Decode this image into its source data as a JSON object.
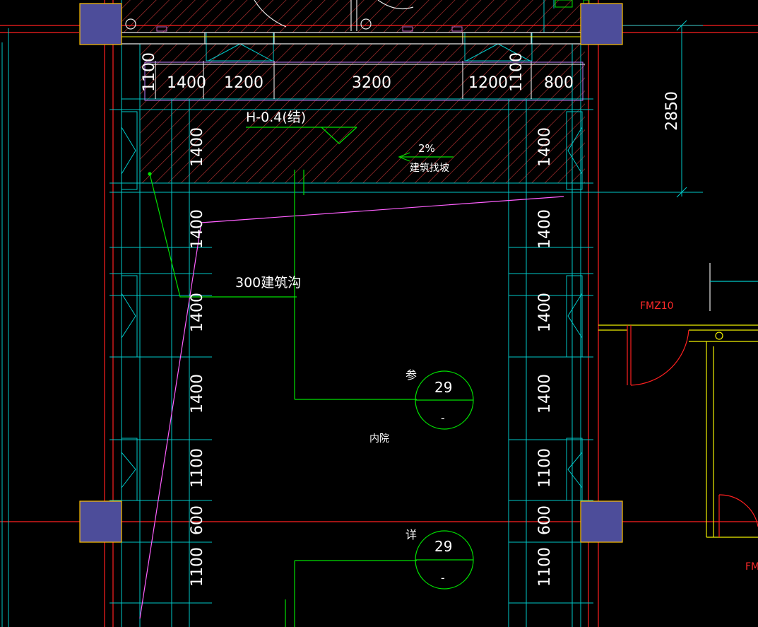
{
  "drawing": {
    "top_dims": [
      "1100",
      "1400",
      "1200",
      "3200",
      "1200",
      "1100",
      "800"
    ],
    "right_dim": "2850",
    "left_dims": [
      "1400",
      "1400",
      "1400",
      "1400",
      "1100",
      "600",
      "1100"
    ],
    "right_col_dims": [
      "1400",
      "1400",
      "1400",
      "1400",
      "1100",
      "600",
      "1100"
    ],
    "level_note": "H-0.4(结)",
    "slope_pct": "2%",
    "slope_note": "建筑找坡",
    "trench_note": "300建筑沟",
    "courtyard_label": "内院",
    "ref1_prefix": "参",
    "ref1_num": "29",
    "ref1_sub": "-",
    "ref2_prefix": "详",
    "ref2_num": "29",
    "ref2_sub": "-",
    "door_label": "FMZ10",
    "door_label_partial": "FM"
  },
  "colors": {
    "background": "#000000",
    "cyan": "#00c8c8",
    "white": "#e8e8e8",
    "red": "#ff2020",
    "green": "#00e000",
    "magenta": "#ff60ff",
    "yellow": "#f0f000",
    "violet": "#4d4d9a"
  }
}
